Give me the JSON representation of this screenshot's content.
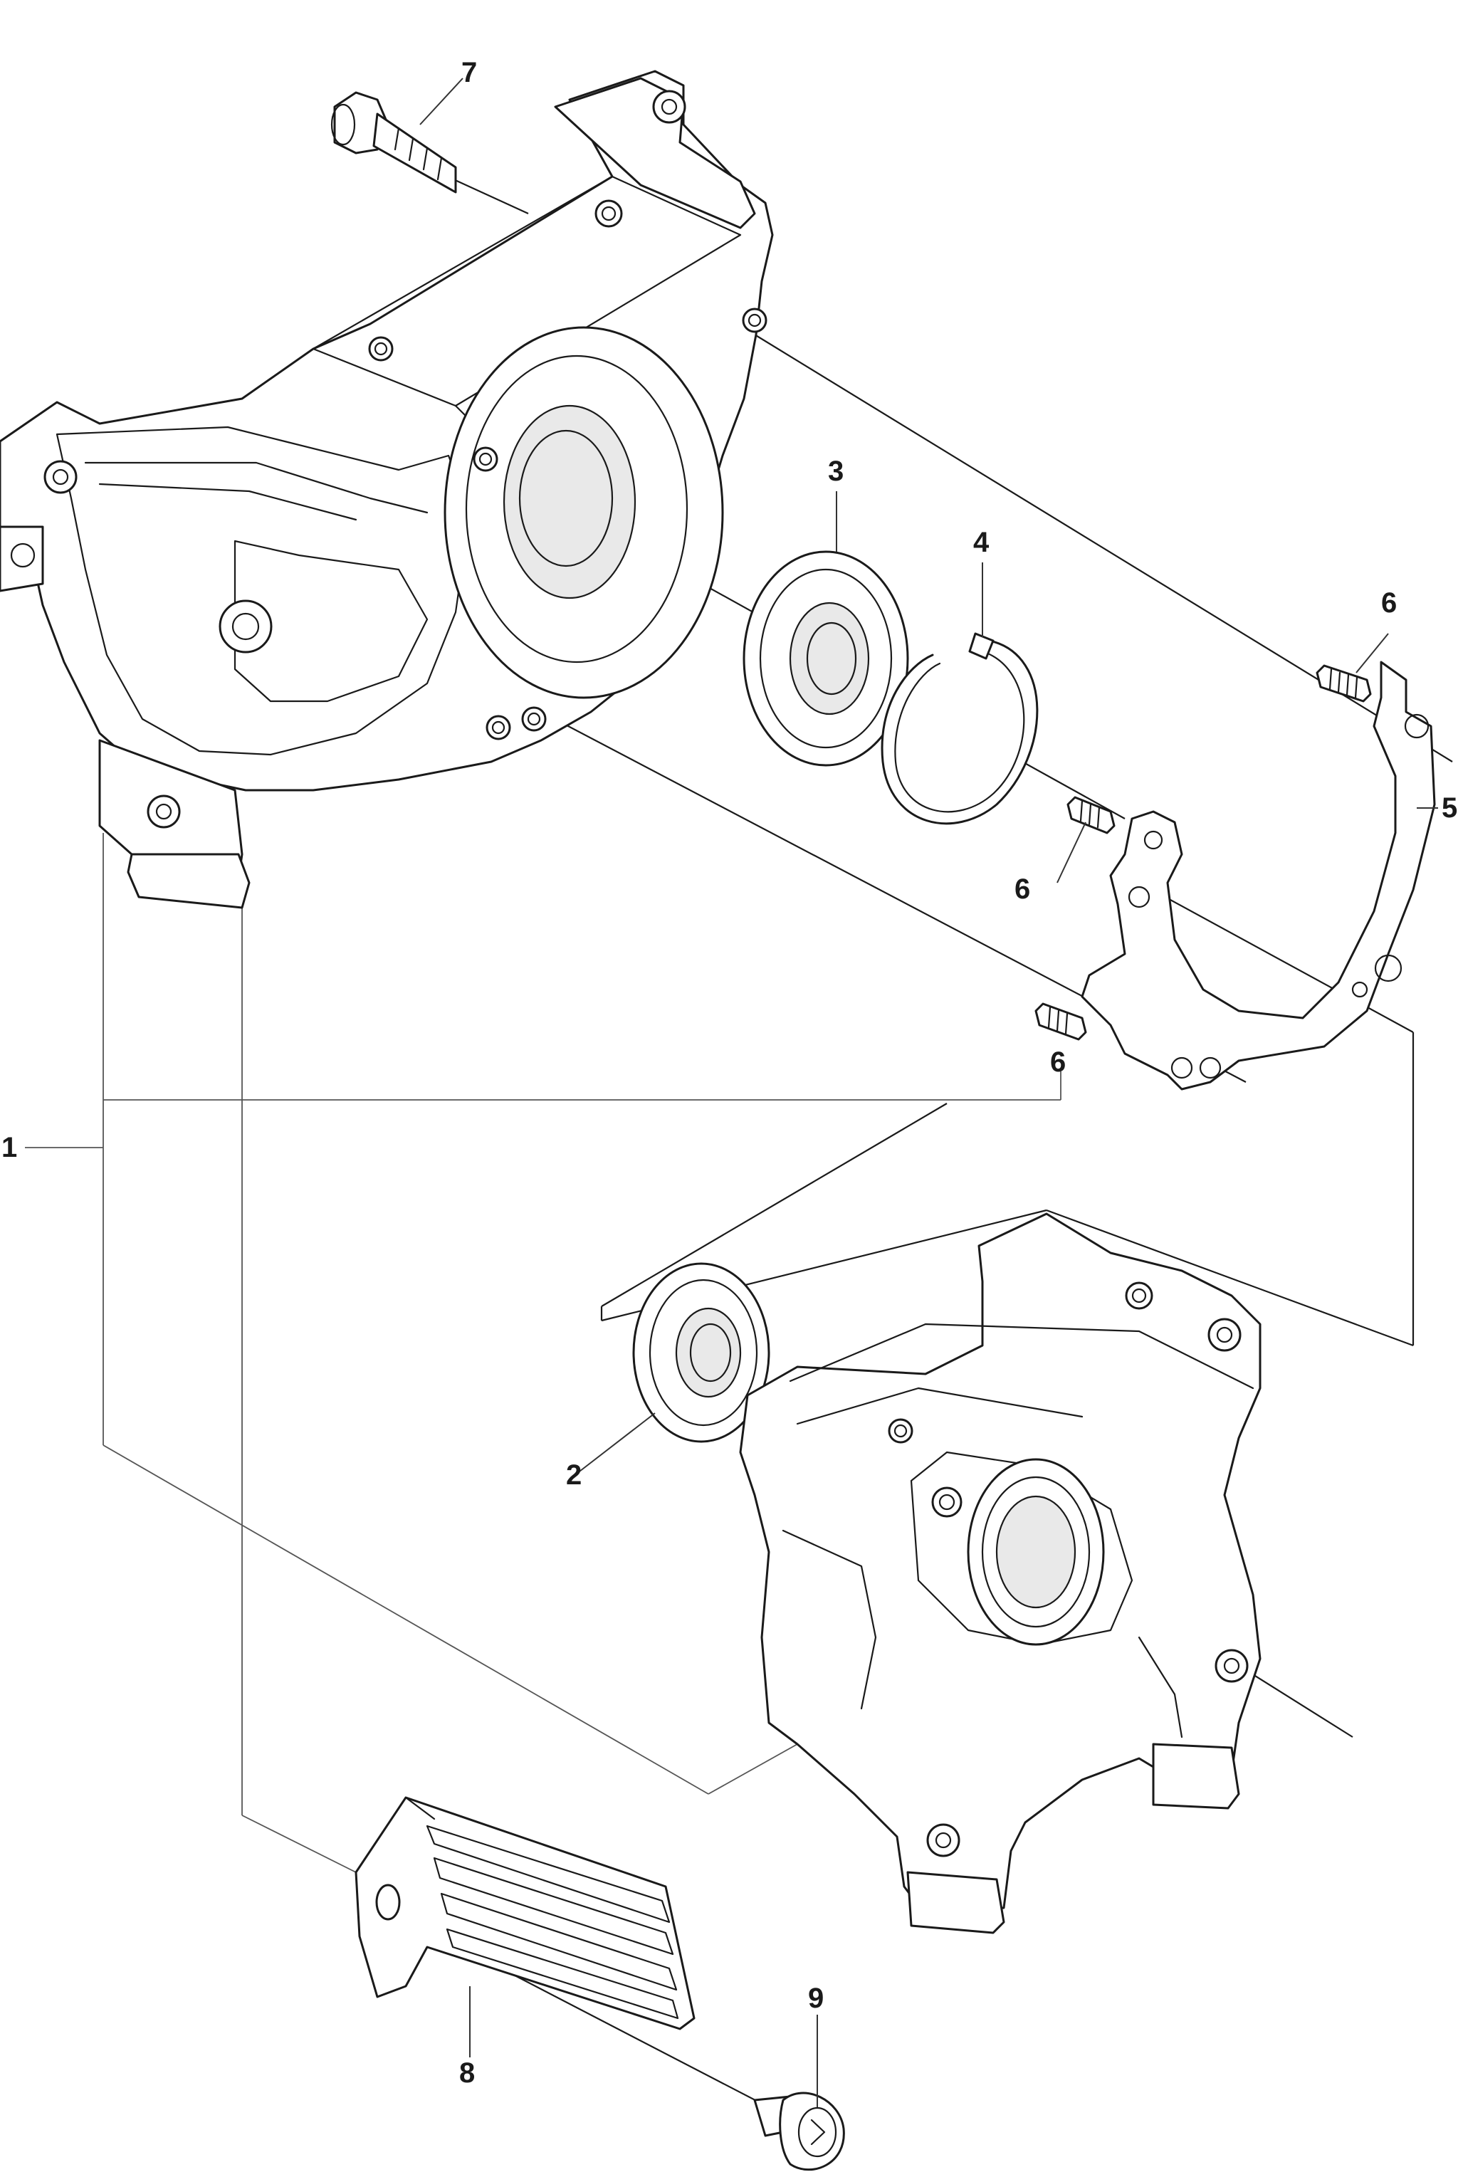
{
  "callouts": {
    "c1": "1",
    "c2": "2",
    "c3": "3",
    "c4": "4",
    "c5": "5",
    "c6a": "6",
    "c6b": "6",
    "c6c": "6",
    "c7": "7",
    "c8": "8",
    "c9": "9"
  },
  "colors": {
    "line": "#1a1a1a",
    "background": "#ffffff"
  }
}
